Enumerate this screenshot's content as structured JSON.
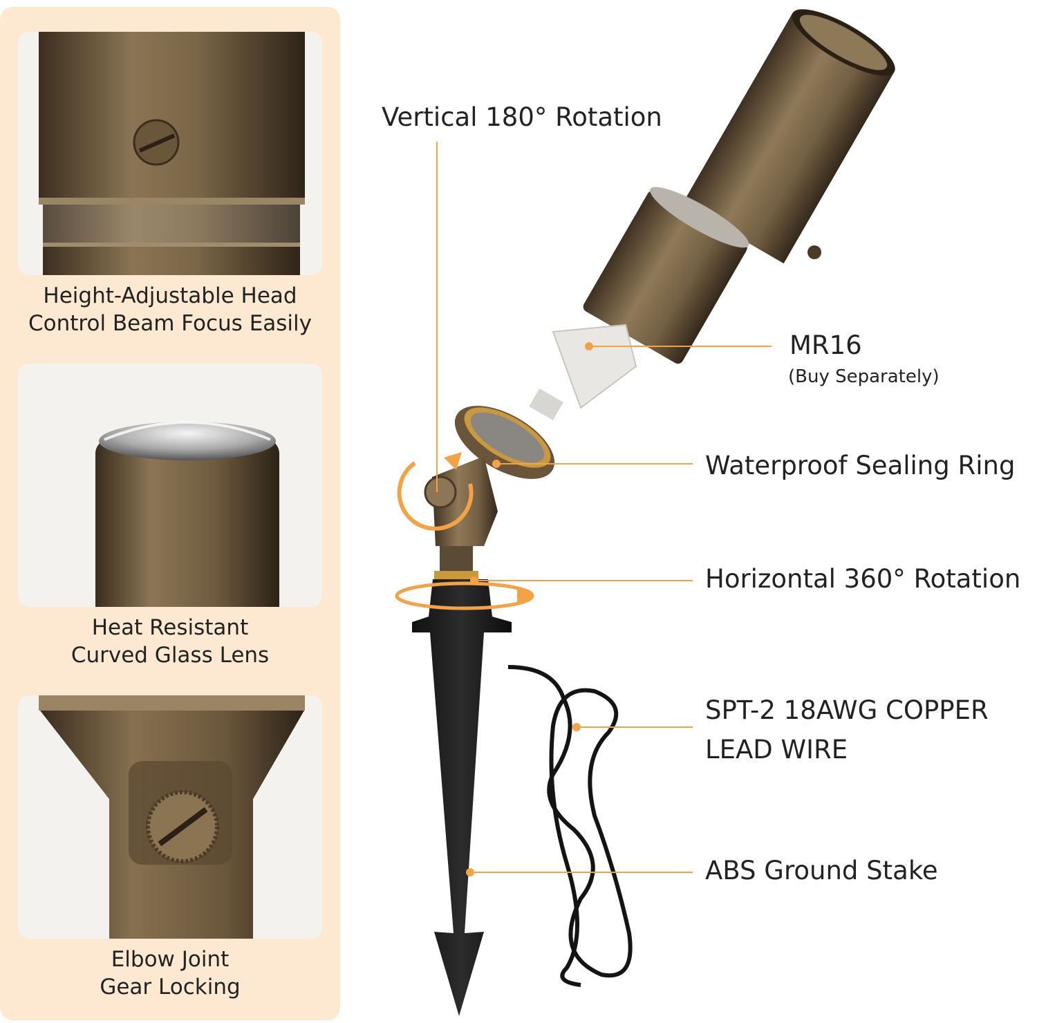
{
  "thumbnails": [
    {
      "caption_lines": [
        "Height-Adjustable Head",
        "Control Beam Focus Easily"
      ]
    },
    {
      "caption_lines": [
        "Heat Resistant",
        "Curved Glass Lens"
      ]
    },
    {
      "caption_lines": [
        "Elbow Joint",
        "Gear Locking"
      ]
    }
  ],
  "callouts": {
    "vertical_rotation": "Vertical 180° Rotation",
    "mr16": "MR16",
    "mr16_note": "(Buy Separately)",
    "sealing_ring": "Waterproof Sealing Ring",
    "horizontal_rotation": "Horizontal 360° Rotation",
    "wire_line1": "SPT-2 18AWG COPPER",
    "wire_line2": "LEAD WIRE",
    "stake": "ABS Ground Stake"
  },
  "colors": {
    "accent": "#f3a245",
    "panel": "#fde9d2",
    "brass": "#7a6547",
    "stake": "#1c1c1c"
  }
}
